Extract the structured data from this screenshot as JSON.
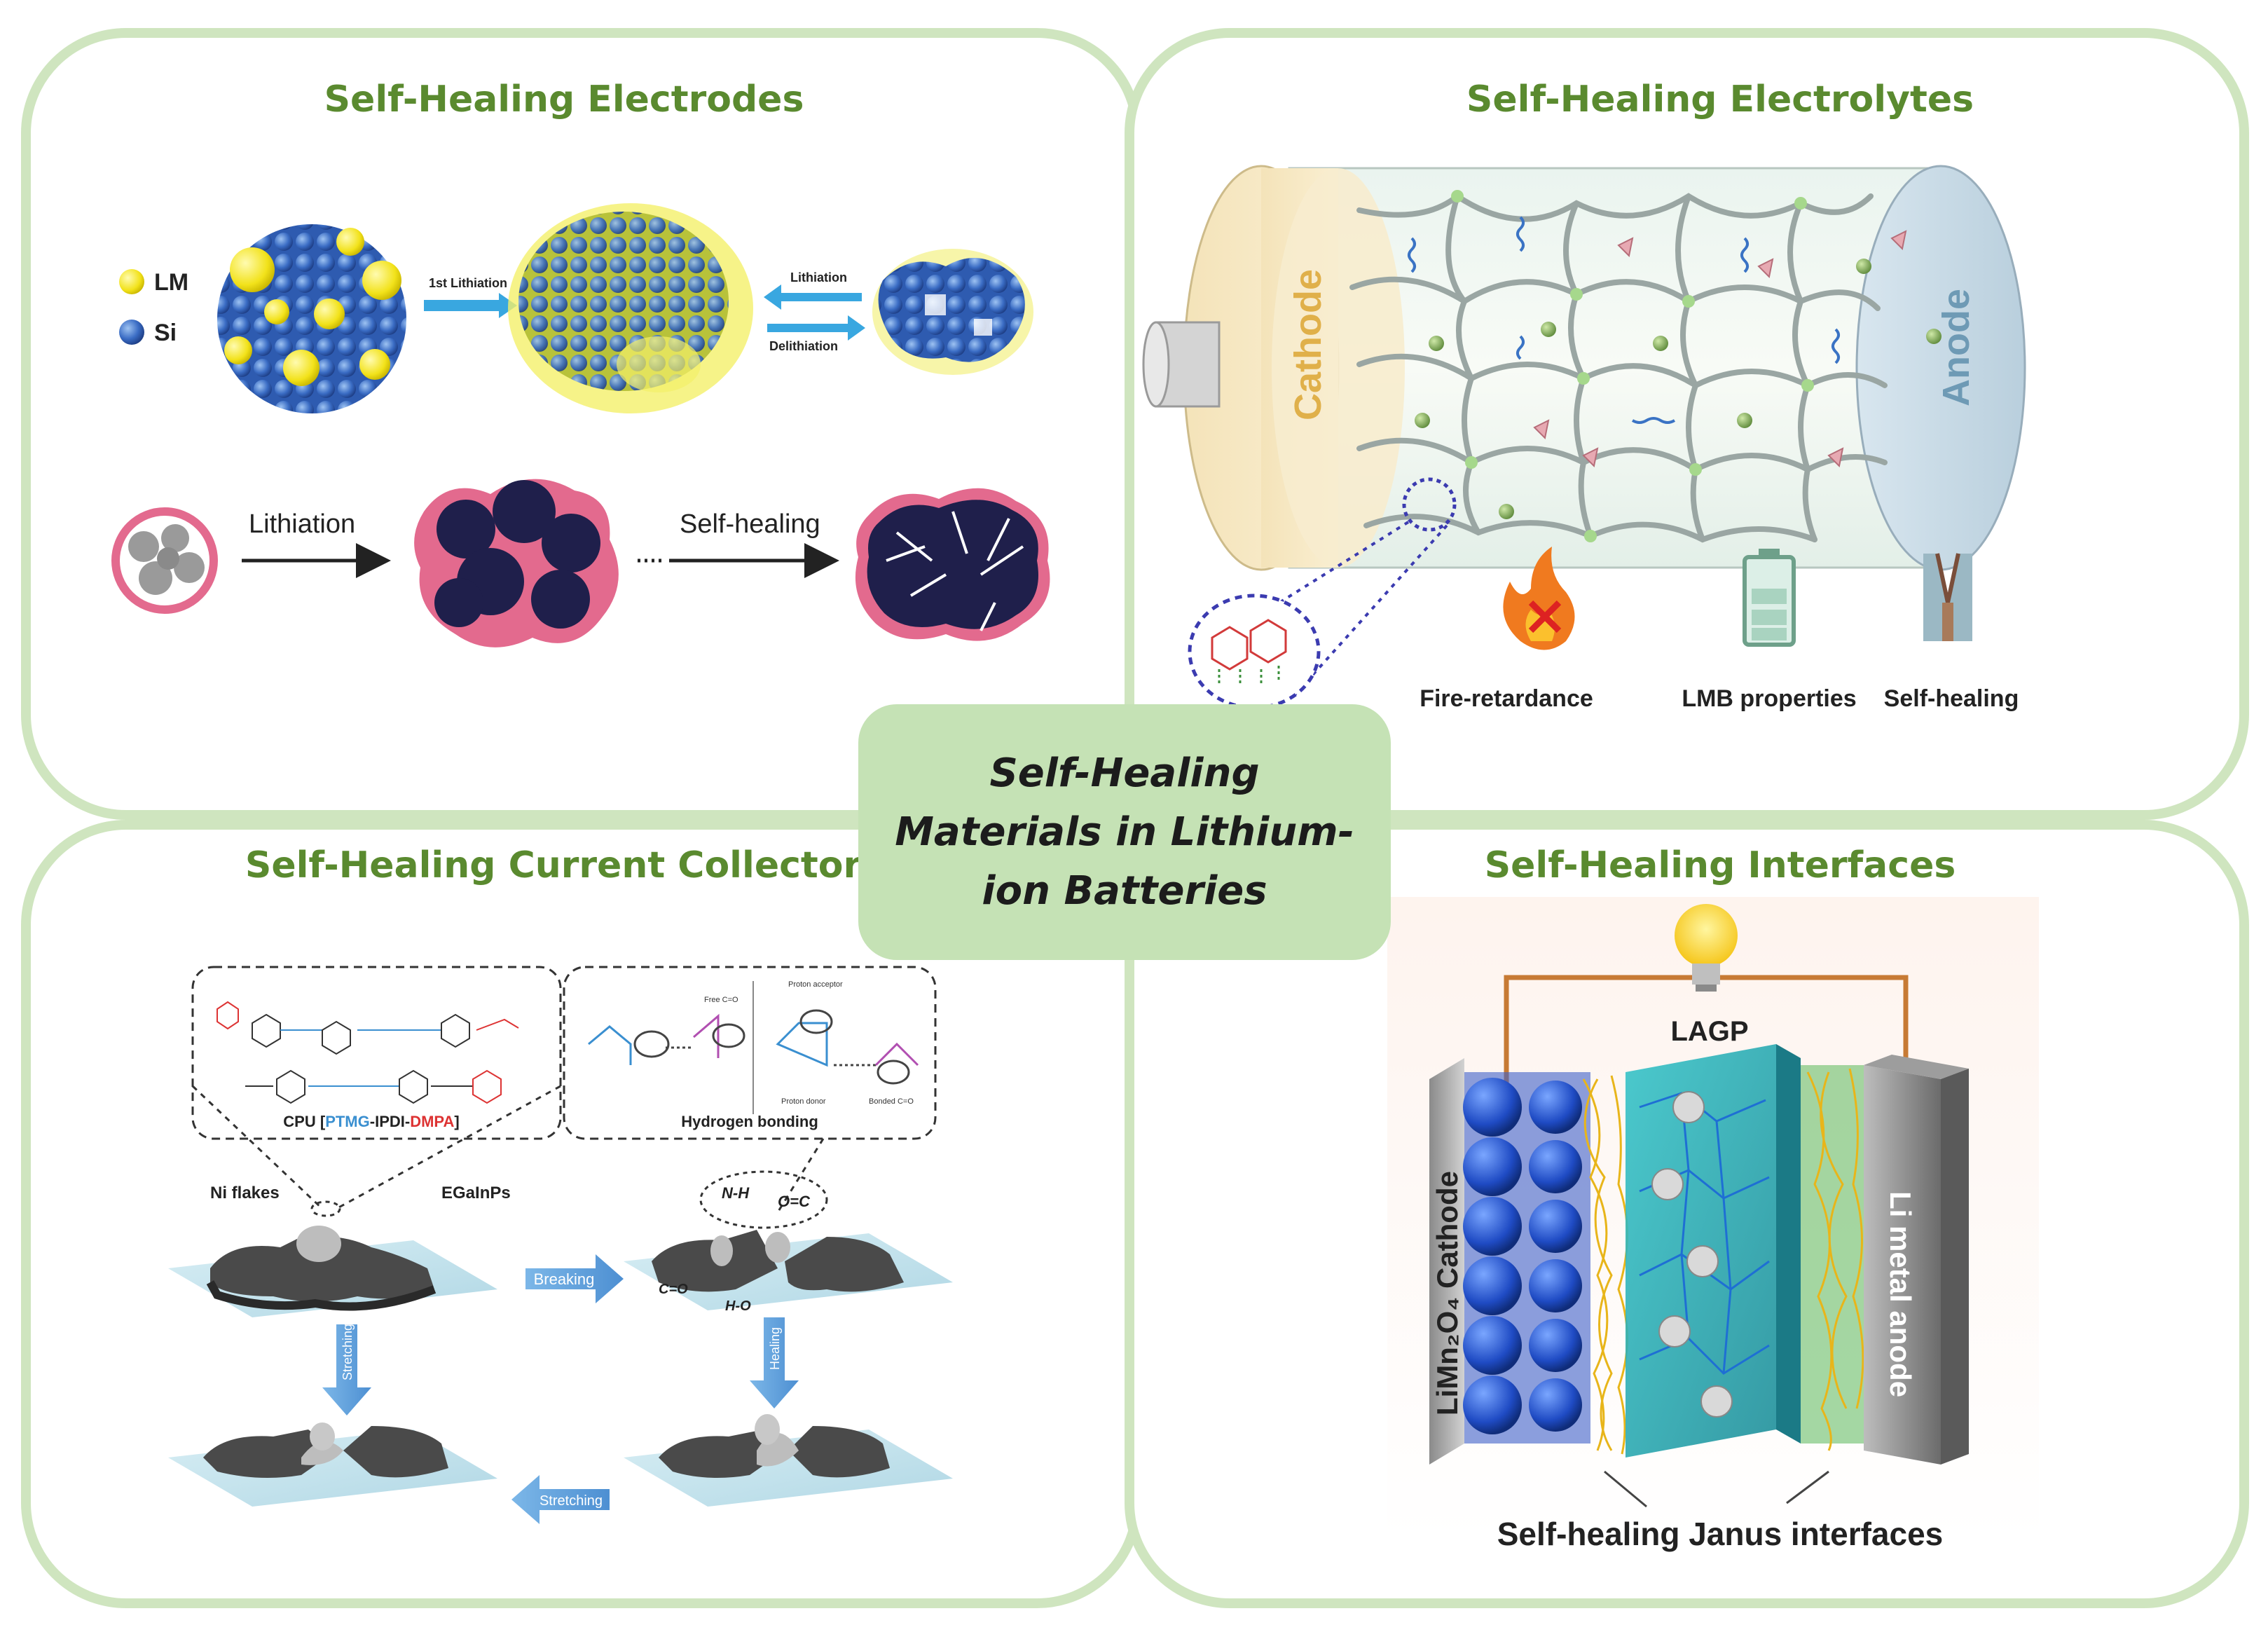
{
  "center": {
    "line1": "Self-Healing",
    "line2": "Materials in Lithium-",
    "line3": "ion Batteries"
  },
  "panels": {
    "electrodes": {
      "title": "Self-Healing Electrodes",
      "legend": [
        "LM",
        "Si"
      ],
      "arrow1_label": "1st Lithiation",
      "arrow2_top": "Lithiation",
      "arrow2_bottom": "Delithiation",
      "lithiation": "Lithiation",
      "self_healing": "Self-healing"
    },
    "electrolytes": {
      "title": "Self-Healing Electrolytes",
      "cathode": "Cathode",
      "anode": "Anode",
      "features": [
        "Fire-retardance",
        "LMB properties",
        "Self-healing"
      ]
    },
    "collectors": {
      "title": "Self-Healing Current Collectors",
      "cpu_label": {
        "prefix": "CPU [",
        "ptmg": "PTMG",
        "ipdi": "-IPDI-",
        "dmpa": "DMPA",
        "suffix": "]"
      },
      "hbond_label": "Hydrogen bonding",
      "free_co": "Free C=O",
      "proton_acceptor": "Proton acceptor",
      "proton_donor": "Proton donor",
      "bonded_co": "Bonded C=O",
      "ni_flakes": "Ni flakes",
      "egainps": "EGaInPs",
      "nh": "N-H",
      "oc": "O=C",
      "co": "C=O",
      "ho": "H-O",
      "breaking": "Breaking",
      "healing": "Healing",
      "stretching_v": "Stretching",
      "stretching_h": "Stretching"
    },
    "interfaces": {
      "title": "Self-Healing Interfaces",
      "lagp": "LAGP",
      "cathode": "LiMn₂O₄ Cathode",
      "anode": "Li metal anode",
      "caption": "Self-healing Janus interfaces"
    }
  },
  "colors": {
    "title_green": "#5a8a2f",
    "panel_border": "#cfe5bf",
    "center_fill": "#c5e2b5"
  }
}
